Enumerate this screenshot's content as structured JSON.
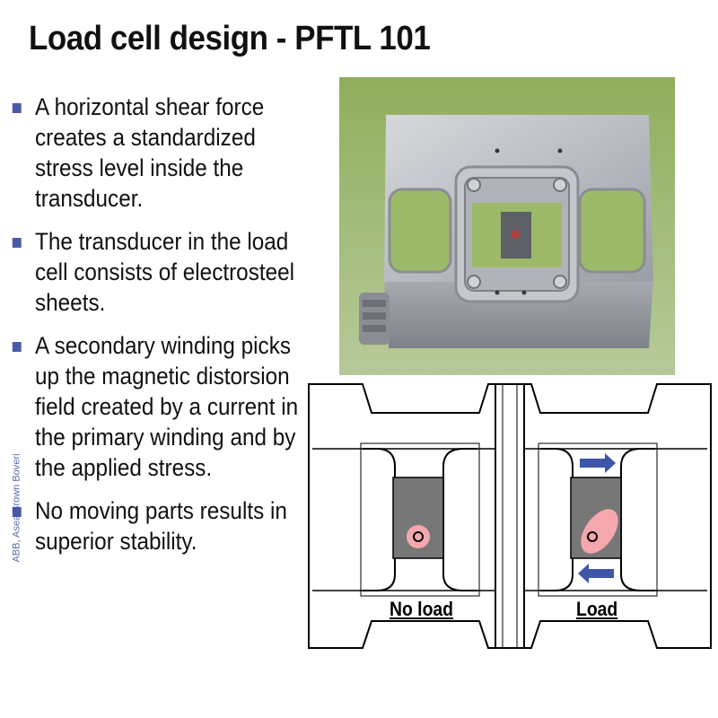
{
  "slide": {
    "title": "Load cell design - PFTL 101",
    "side_text": "ABB, Asea Brown Boveri"
  },
  "bullets": [
    {
      "text": "A horizontal shear force creates a standardized stress level inside the transducer."
    },
    {
      "text": "The transducer in the load cell consists of electrosteel sheets."
    },
    {
      "text": "A secondary winding picks up the magnetic distorsion field created by a current in the primary winding and by the applied stress."
    },
    {
      "text": "No moving parts results in superior stability."
    }
  ],
  "diagram": {
    "label_no_load": "No load",
    "label_load": "Load"
  },
  "colors": {
    "bullet": "#4a5aa8",
    "photo_background": "#8da860",
    "sensor_gray": "#777777",
    "field_pink": "#f4a8ae",
    "arrow_blue": "#3f55a8"
  }
}
